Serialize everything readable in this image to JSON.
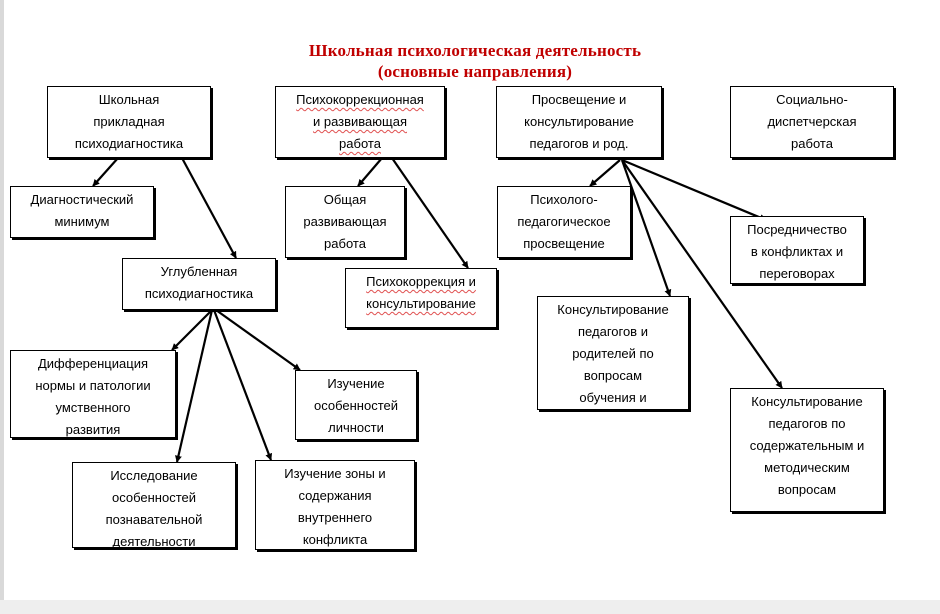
{
  "diagram": {
    "title": {
      "line1": "Школьная психологическая деятельность",
      "line2": "(основные направления)"
    },
    "nodes": {
      "applied_diagnostics": {
        "label": "Школьная\nприкладная\nпсиходиагностика"
      },
      "correction_dev": {
        "label": "Психокоррекционная\nи развивающая\nработа"
      },
      "education_consult": {
        "label": "Просвещение и\nконсультирование\nпедагогов и род."
      },
      "social_dispatch": {
        "label": "Социально-\nдиспетчерская\nработа"
      },
      "diag_minimum": {
        "label": "Диагностический\nминимум"
      },
      "deep_diagnostics": {
        "label": "Углубленная\nпсиходиагностика"
      },
      "general_dev": {
        "label": "Общая\nразвивающая\nработа"
      },
      "correction_consult": {
        "label": "Психокоррекция и\nконсультирование"
      },
      "psych_ped_education": {
        "label": "Психолого-\nпедагогическое\nпросвещение"
      },
      "mediation": {
        "label": "Посредничество\nв конфликтах и\nпереговорах"
      },
      "consult_learning": {
        "label": "Консультирование\nпедагогов и\nродителей по\nвопросам\nобучения и"
      },
      "consult_methodical": {
        "label": "Консультирование\nпедагогов по\nсодержательным и\nметодическим\nвопросам"
      },
      "norm_pathology": {
        "label": "Дифференциация\nнормы и патологии\nумственного\nразвития"
      },
      "personality": {
        "label": "Изучение\nособенностей\nличности"
      },
      "cognitive": {
        "label": "Исследование\nособенностей\nпознавательной\nдеятельности"
      },
      "inner_conflict": {
        "label": "Изучение зоны и\nсодержания\nвнутреннего\nконфликта"
      }
    },
    "edges": [
      [
        "applied_diagnostics",
        "diag_minimum"
      ],
      [
        "applied_diagnostics",
        "deep_diagnostics"
      ],
      [
        "correction_dev",
        "general_dev"
      ],
      [
        "correction_dev",
        "correction_consult"
      ],
      [
        "education_consult",
        "psych_ped_education"
      ],
      [
        "education_consult",
        "consult_learning"
      ],
      [
        "education_consult",
        "mediation"
      ],
      [
        "education_consult",
        "consult_methodical"
      ],
      [
        "deep_diagnostics",
        "norm_pathology"
      ],
      [
        "deep_diagnostics",
        "cognitive"
      ],
      [
        "deep_diagnostics",
        "inner_conflict"
      ],
      [
        "deep_diagnostics",
        "personality"
      ]
    ]
  }
}
